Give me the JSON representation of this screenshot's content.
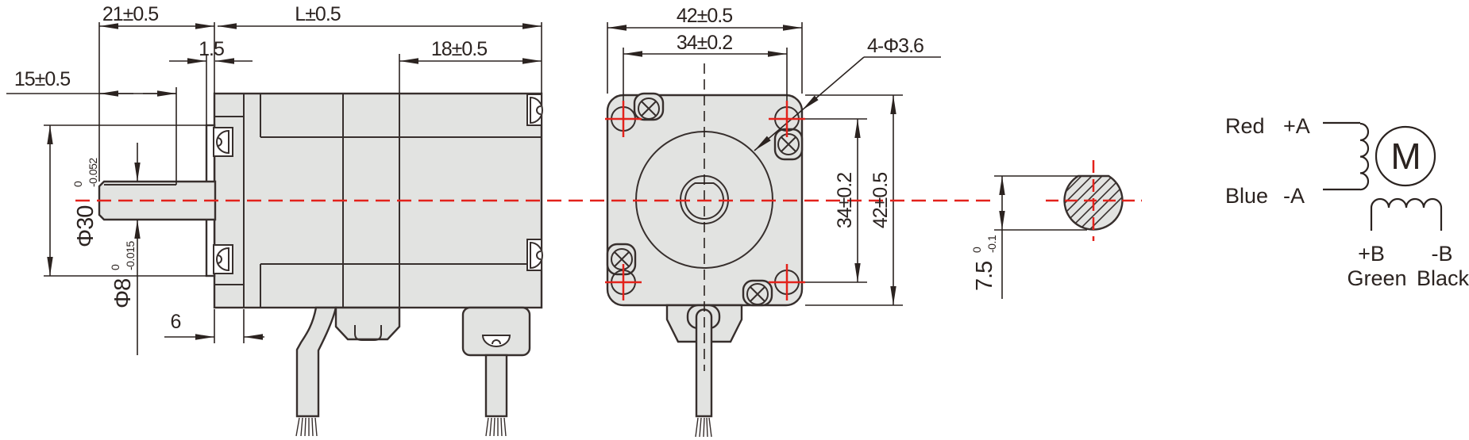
{
  "drawing": {
    "title": "stepper-motor-dimension-drawing",
    "side_view": {
      "dim_shaft_total": "21±0.5",
      "dim_body_length": "L±0.5",
      "dim_boss_height": "1.5",
      "dim_rear_section": "18±0.5",
      "dim_flat_length": "15±0.5",
      "dim_flange_thickness": "6",
      "dim_boss_dia": {
        "text": "Φ30",
        "tol_upper": "0",
        "tol_lower": "-0.052"
      },
      "dim_shaft_dia": {
        "text": "Φ8",
        "tol_upper": "0",
        "tol_lower": "-0.015"
      }
    },
    "front_view": {
      "dim_width": "42±0.5",
      "dim_hole_spacing_h": "34±0.2",
      "dim_holes": "4-Φ3.6",
      "dim_hole_spacing_v": "34±0.2",
      "dim_height": "42±0.5"
    },
    "shaft_section": {
      "dim_flat": {
        "text": "7.5",
        "tol_upper": "0",
        "tol_lower": "-0.1"
      }
    },
    "wiring": {
      "lead_a_pos_color": "Red",
      "lead_a_pos": "+A",
      "lead_a_neg_color": "Blue",
      "lead_a_neg": "-A",
      "motor": "M",
      "lead_b_pos": "+B",
      "lead_b_neg": "-B",
      "lead_b_pos_color": "Green",
      "lead_b_neg_color": "Black"
    },
    "colors": {
      "centerline_red": "#e3221b",
      "body_fill": "#e2e3e1",
      "line": "#372f2d",
      "dim_line": "#2b2320"
    }
  }
}
